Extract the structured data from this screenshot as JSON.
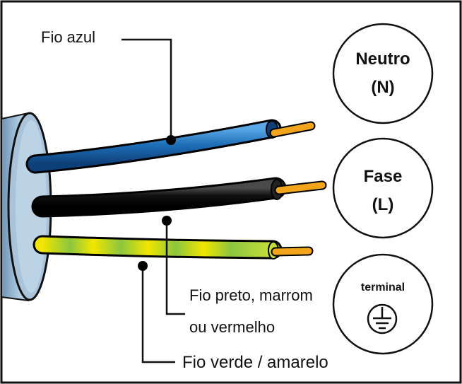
{
  "labels": {
    "blue_wire": "Fio azul",
    "live_wire_line1": "Fio preto, marrom",
    "live_wire_line2": "ou vermelho",
    "earth_wire": "Fio verde / amarelo"
  },
  "terminals": {
    "neutral": {
      "name": "Neutro",
      "code": "(N)"
    },
    "live": {
      "name": "Fase",
      "code": "(L)"
    },
    "earth": {
      "name": "terminal",
      "icon": "earth-ground-icon"
    }
  },
  "colors": {
    "blue_wire": "#1e6fb8",
    "black_wire": "#111111",
    "earth_green": "#8cc63f",
    "earth_yellow": "#f2e600",
    "copper": "#f2a51a",
    "cable_sheath": "#8fb3d1",
    "border": "#111111"
  }
}
